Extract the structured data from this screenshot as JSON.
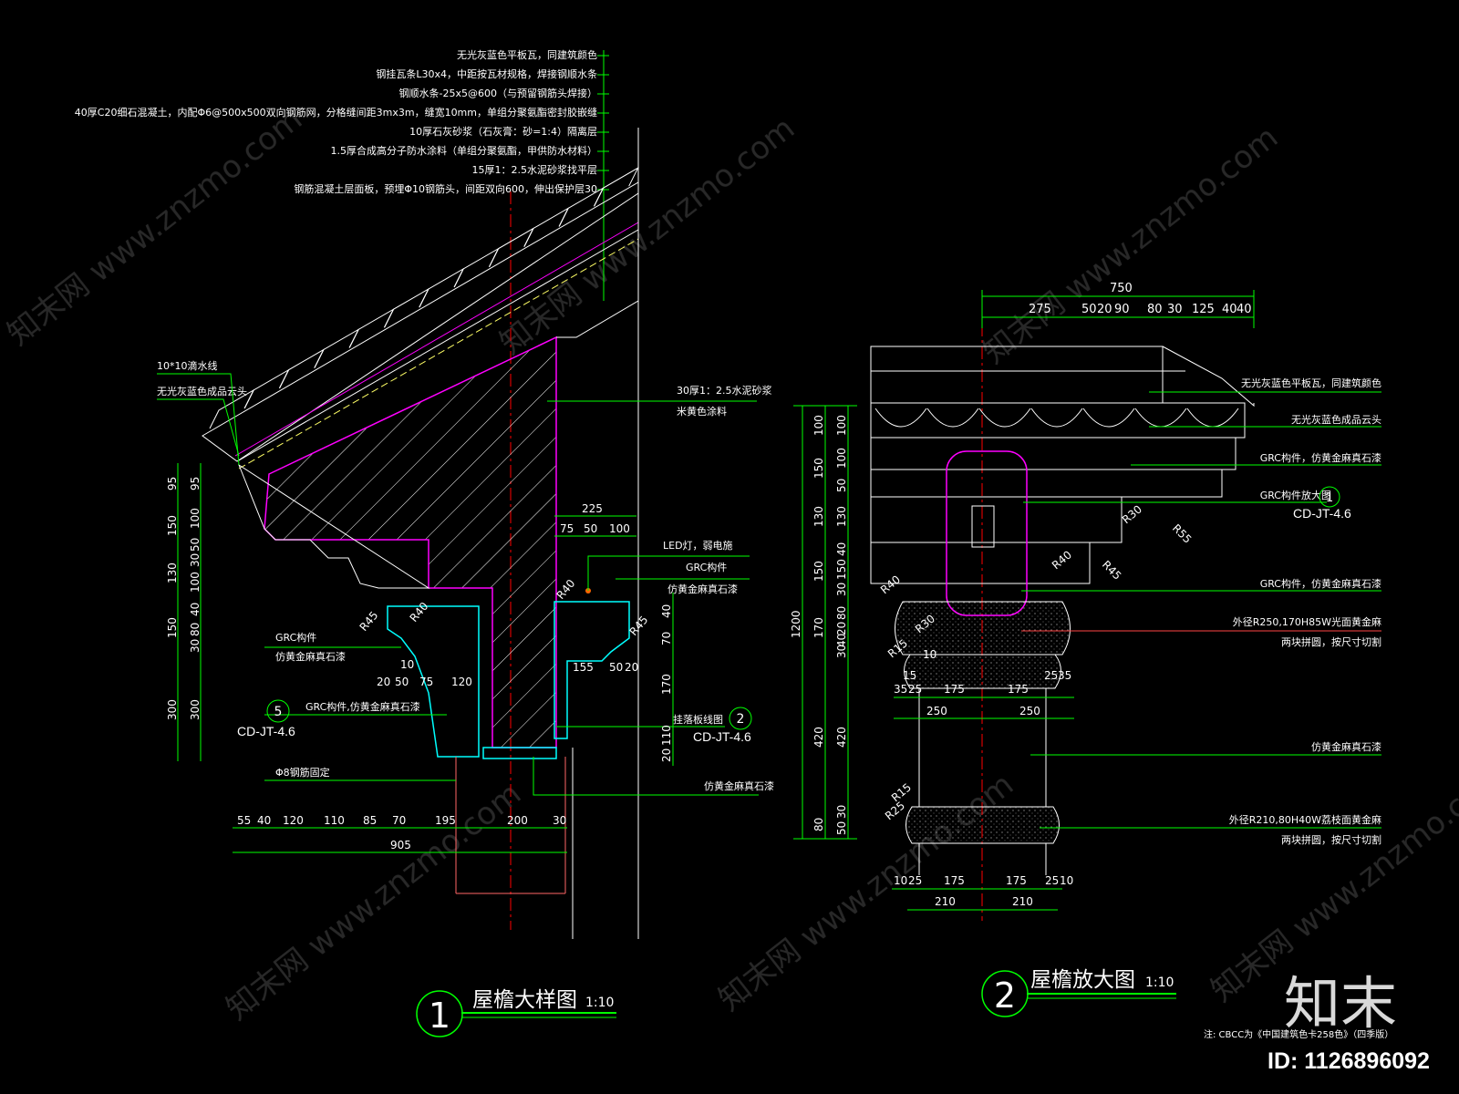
{
  "drawing1": {
    "title": "屋檐大样图",
    "scale": "1:10",
    "number": "1",
    "notes": [
      "无光灰蓝色平板瓦，同建筑颜色",
      "钢挂瓦条L30x4，中距按瓦材规格，焊接钢顺水条",
      "钢顺水条-25x5@600（与预留钢筋头焊接）",
      "40厚C20细石混凝土，内配Φ6@500x500双向钢筋网，分格缝间距3mx3m，缝宽10mm，单组分聚氨酯密封胶嵌缝",
      "10厚石灰砂浆（石灰膏：砂=1:4）隔离层",
      "1.5厚合成高分子防水涂料（单组分聚氨酯，甲供防水材料）",
      "15厚1：2.5水泥砂浆找平层",
      "钢筋混凝土层面板，预埋Φ10钢筋头，间距双向600，伸出保护层30"
    ],
    "left_labels": [
      "10*10滴水线",
      "无光灰蓝色成品云头",
      "GRC构件",
      "仿黄金麻真石漆",
      "GRC构件,仿黄金麻真石漆",
      "Φ8钢筋固定"
    ],
    "right_labels": [
      "30厚1：2.5水泥砂浆",
      "米黄色涂料",
      "LED灯，弱电施",
      "GRC构件",
      "仿黄金麻真石漆",
      "挂落板线图",
      "仿黄金麻真石漆"
    ],
    "ref_5": {
      "num": "5",
      "code": "CD-JT-4.6"
    },
    "ref_2": {
      "num": "2",
      "code": "CD-JT-4.6"
    },
    "left_dims": [
      "95",
      "100",
      "50",
      "30",
      "100",
      "40",
      "80",
      "30",
      "300"
    ],
    "left_dims_outer": [
      "95",
      "150",
      "130",
      "150",
      "300"
    ],
    "right_dims": [
      "40",
      "70",
      "170",
      "110",
      "20"
    ],
    "top_dims": [
      "225",
      "75",
      "50",
      "100"
    ],
    "bottom_dims": [
      "55",
      "40",
      "120",
      "110",
      "85",
      "70",
      "195",
      "200",
      "30"
    ],
    "bottom_total": "905",
    "mid_dims": [
      "10",
      "20",
      "50",
      "75",
      "120",
      "155",
      "50",
      "20"
    ],
    "radii": [
      "R45",
      "R40",
      "R40",
      "R45"
    ]
  },
  "drawing2": {
    "title": "屋檐放大图",
    "scale": "1:10",
    "number": "2",
    "top_total": "750",
    "top_dims": [
      "275",
      "50",
      "20",
      "90",
      "80",
      "30",
      "125",
      "40",
      "40"
    ],
    "height_total": "1200",
    "left_dims_outer": [
      "100",
      "150",
      "130",
      "150",
      "170",
      "420",
      "80"
    ],
    "left_dims_inner": [
      "100",
      "100",
      "50",
      "130",
      "40",
      "150",
      "30",
      "80",
      "20",
      "40",
      "30",
      "420",
      "30",
      "50"
    ],
    "labels": [
      "无光灰蓝色平板瓦，同建筑颜色",
      "无光灰蓝色成品云头",
      "GRC构件，仿黄金麻真石漆",
      "GRC构件放大图",
      "GRC构件，仿黄金麻真石漆",
      "外径R250,170H85W光面黄金麻",
      "两块拼圆，按尺寸切割",
      "仿黄金麻真石漆",
      "外径R210,80H40W荔枝面黄金麻",
      "两块拼圆，按尺寸切割"
    ],
    "ref_1": {
      "num": "1",
      "code": "CD-JT-4.6"
    },
    "radii": [
      "R30",
      "R55",
      "R40",
      "R45",
      "R40",
      "R30",
      "R15",
      "R15",
      "R25"
    ],
    "mid_dims": [
      "35",
      "25",
      "175",
      "175",
      "25",
      "35",
      "10",
      "15",
      "250",
      "250"
    ],
    "bottom_dims": [
      "10",
      "25",
      "175",
      "175",
      "25",
      "10"
    ],
    "bottom_dims2": [
      "210",
      "210"
    ]
  },
  "footnote": "注: CBCC为《中国建筑色卡258色》（四季版）",
  "brand": {
    "logo": "知末",
    "id": "ID: 1126896092",
    "watermark": "知末网 www.znzmo.com"
  },
  "colors": {
    "background": "#000000",
    "line_white": "#ffffff",
    "dim_green": "#00ff00",
    "cyan": "#00ffff",
    "magenta": "#ff00ff",
    "red_axis": "#ff0000"
  }
}
